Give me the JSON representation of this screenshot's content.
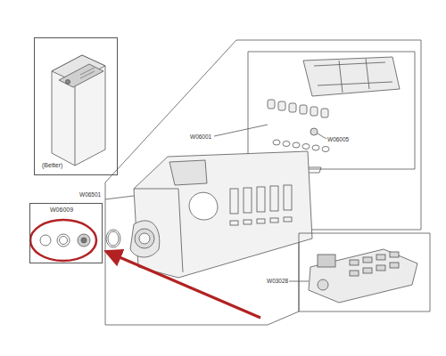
{
  "diagram": {
    "nodes": [
      {
        "text": [
          "(Better)"
        ]
      },
      {
        "text": [
          "W06009"
        ]
      }
    ],
    "labels": [
      "W06001",
      "W06005",
      "W06501",
      "W03028"
    ]
  }
}
